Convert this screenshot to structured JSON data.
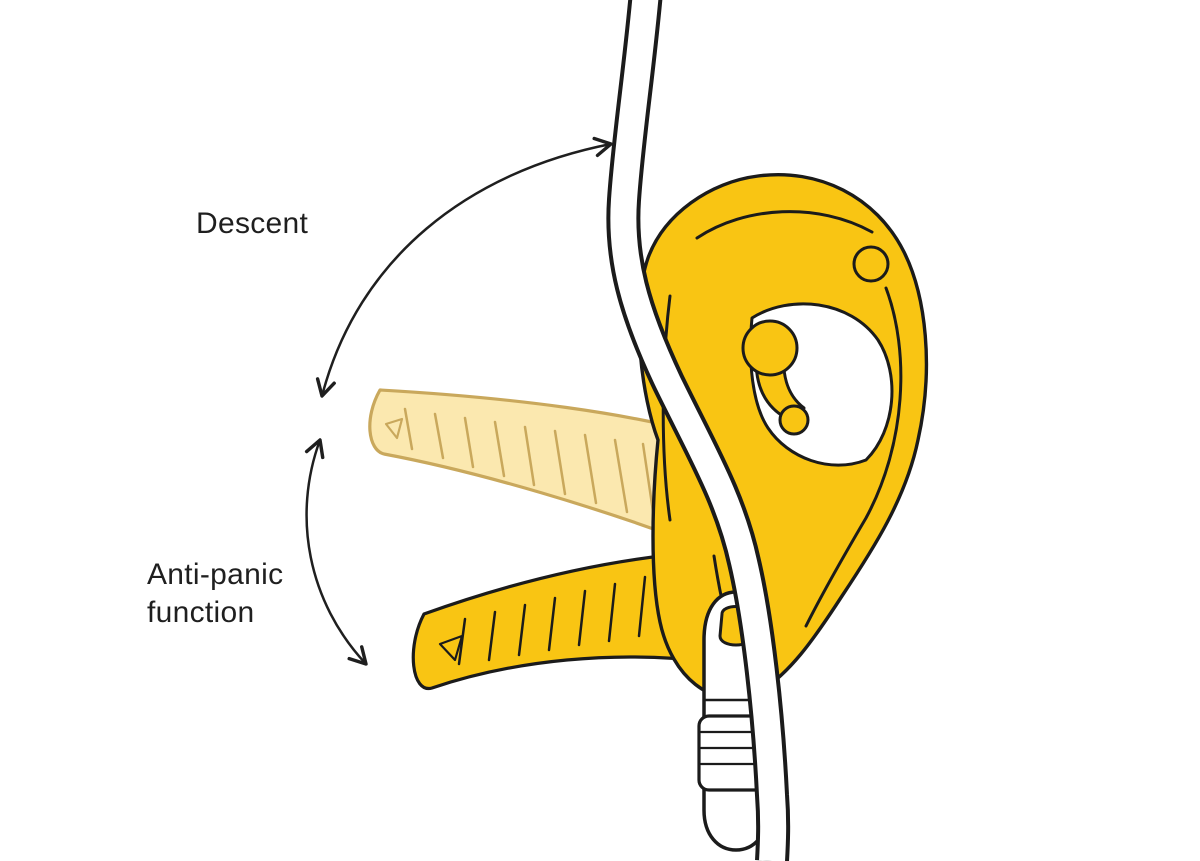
{
  "diagram": {
    "labels": {
      "descent": "Descent",
      "anti_panic_line1": "Anti-panic",
      "anti_panic_line2": "function"
    },
    "colors": {
      "device_yellow": "#F9C513",
      "faded_handle_fill": "#FBE8AF",
      "faded_handle_stroke": "#C9A85C",
      "outline": "#1B1B1B",
      "rope_white": "#FFFFFF",
      "background": "#FFFFFF"
    }
  }
}
